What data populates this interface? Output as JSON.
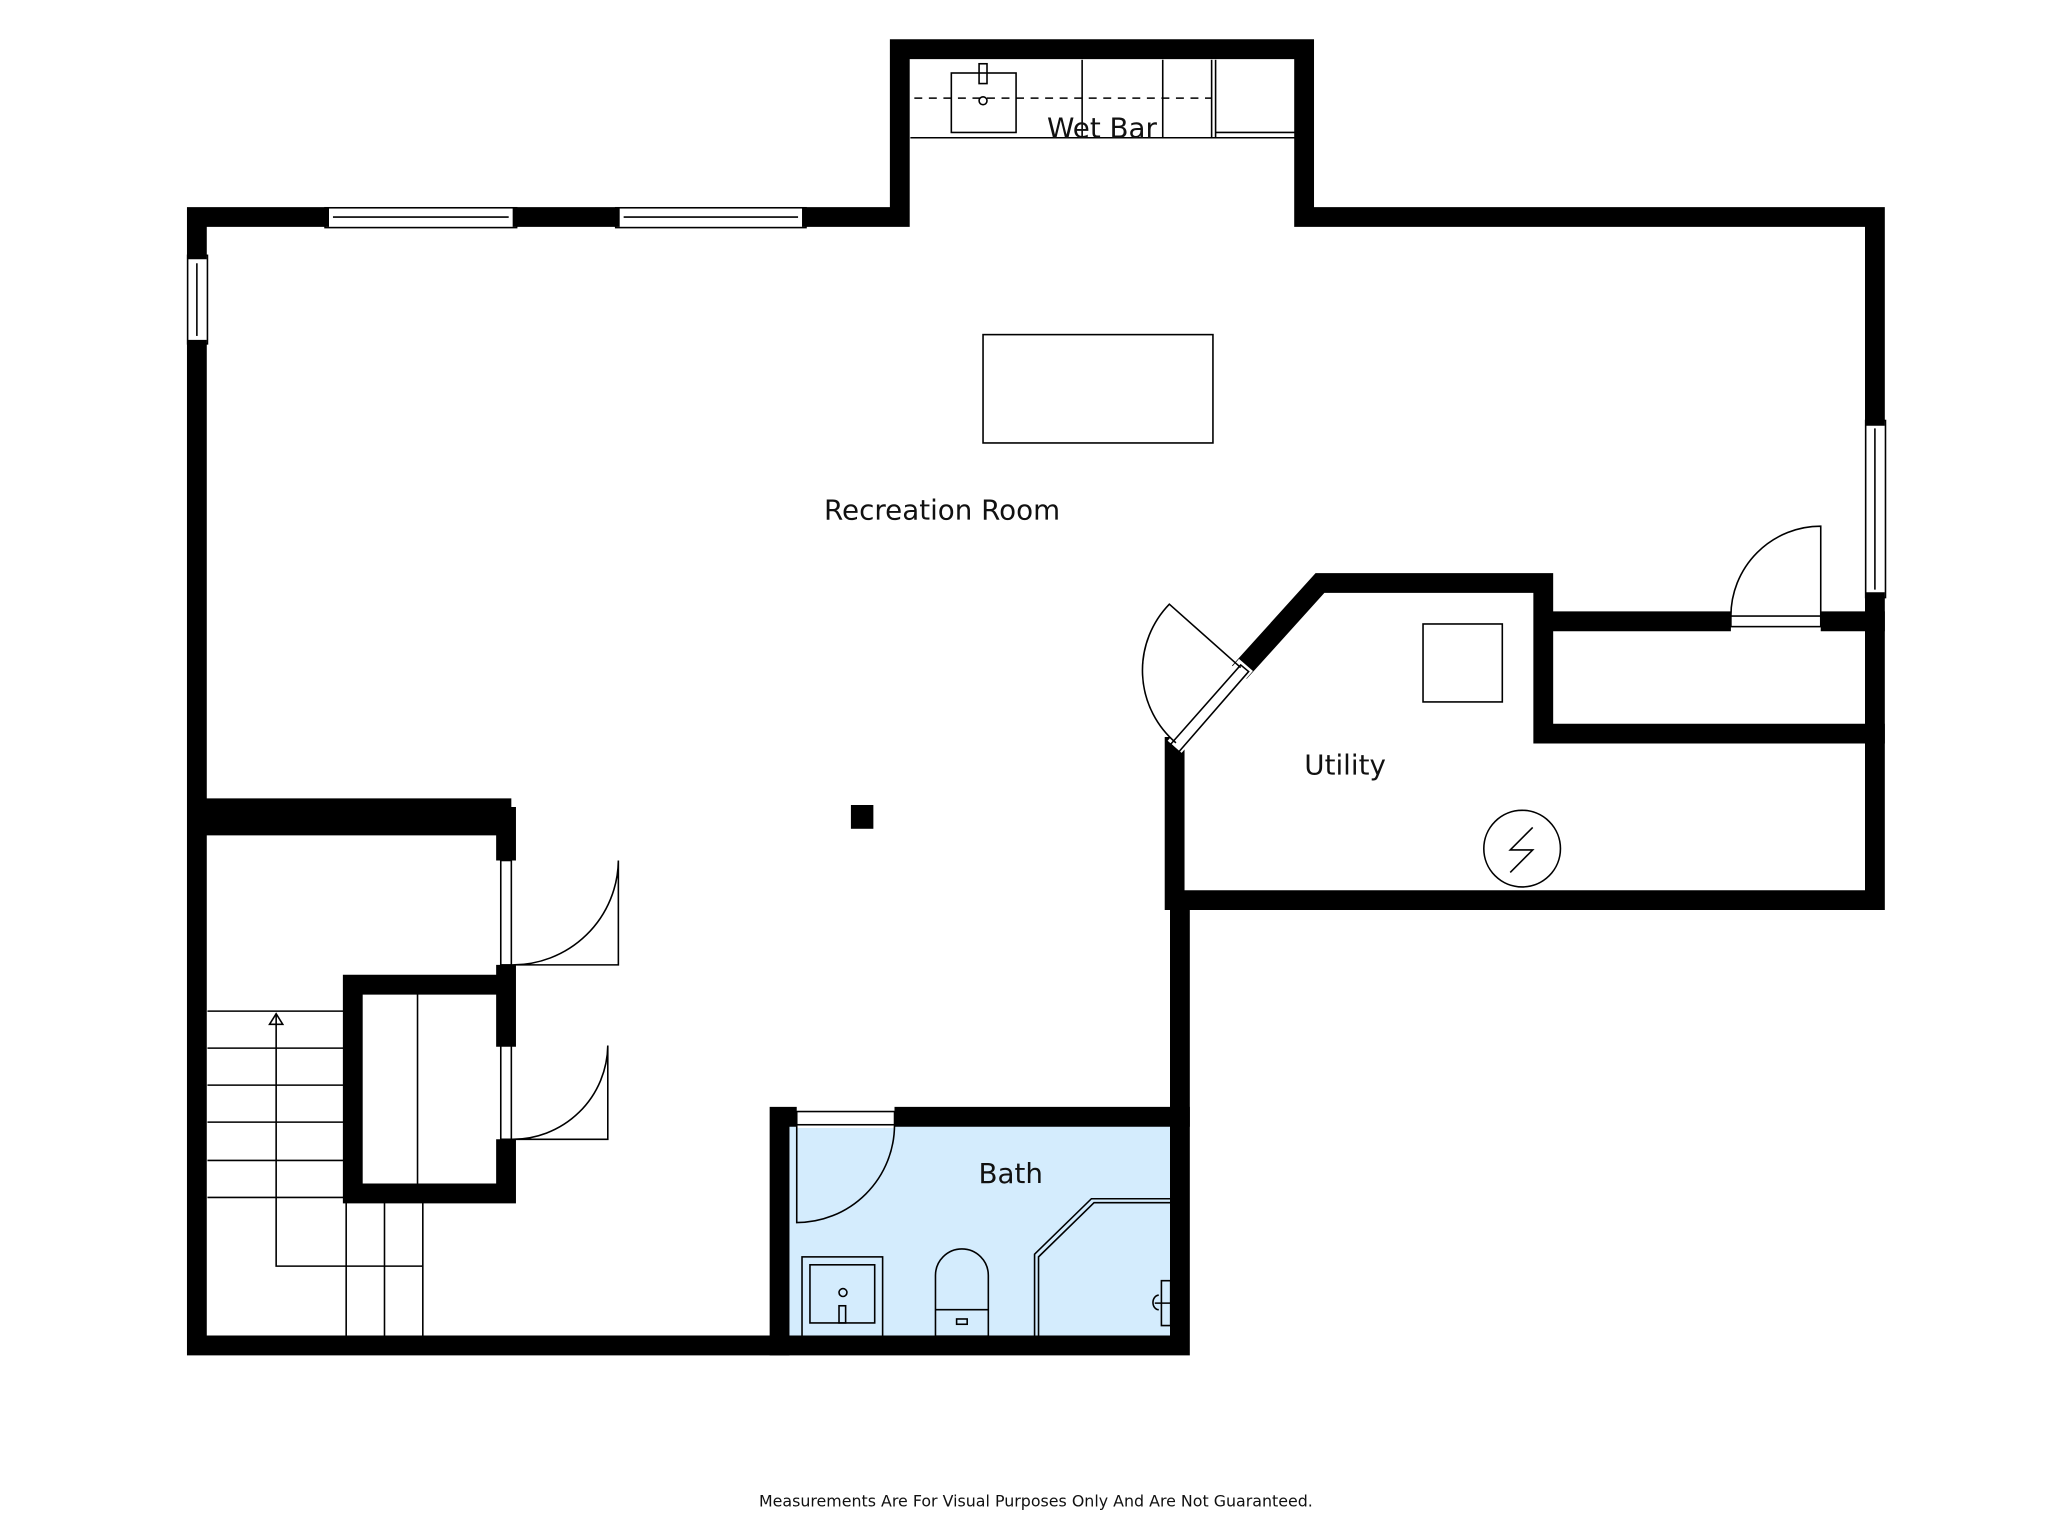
{
  "rooms": {
    "wet_bar": "Wet Bar",
    "recreation_room": "Recreation Room",
    "utility": "Utility",
    "bath": "Bath"
  },
  "footnote": "Measurements Are For Visual Purposes Only And Are Not Guaranteed.",
  "colors": {
    "wall": "#000000",
    "bath_fill": "#d4ecfd",
    "background": "#ffffff"
  }
}
